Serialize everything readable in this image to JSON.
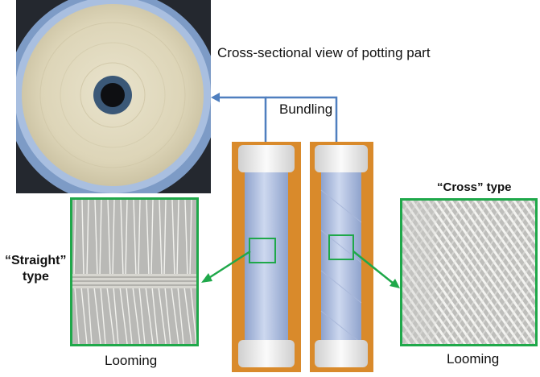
{
  "labels": {
    "cross_section_title": "Cross-sectional view of potting part",
    "bundling": "Bundling",
    "straight_type_line1": "“Straight”",
    "straight_type_line2": "type",
    "cross_type": "“Cross” type",
    "looming_left": "Looming",
    "looming_right": "Looming"
  },
  "colors": {
    "frame_green": "#1fa84a",
    "arrow_blue": "#4f7fbf",
    "orange_panel": "#d98a2b",
    "module_blue": "#b9c7e6"
  }
}
